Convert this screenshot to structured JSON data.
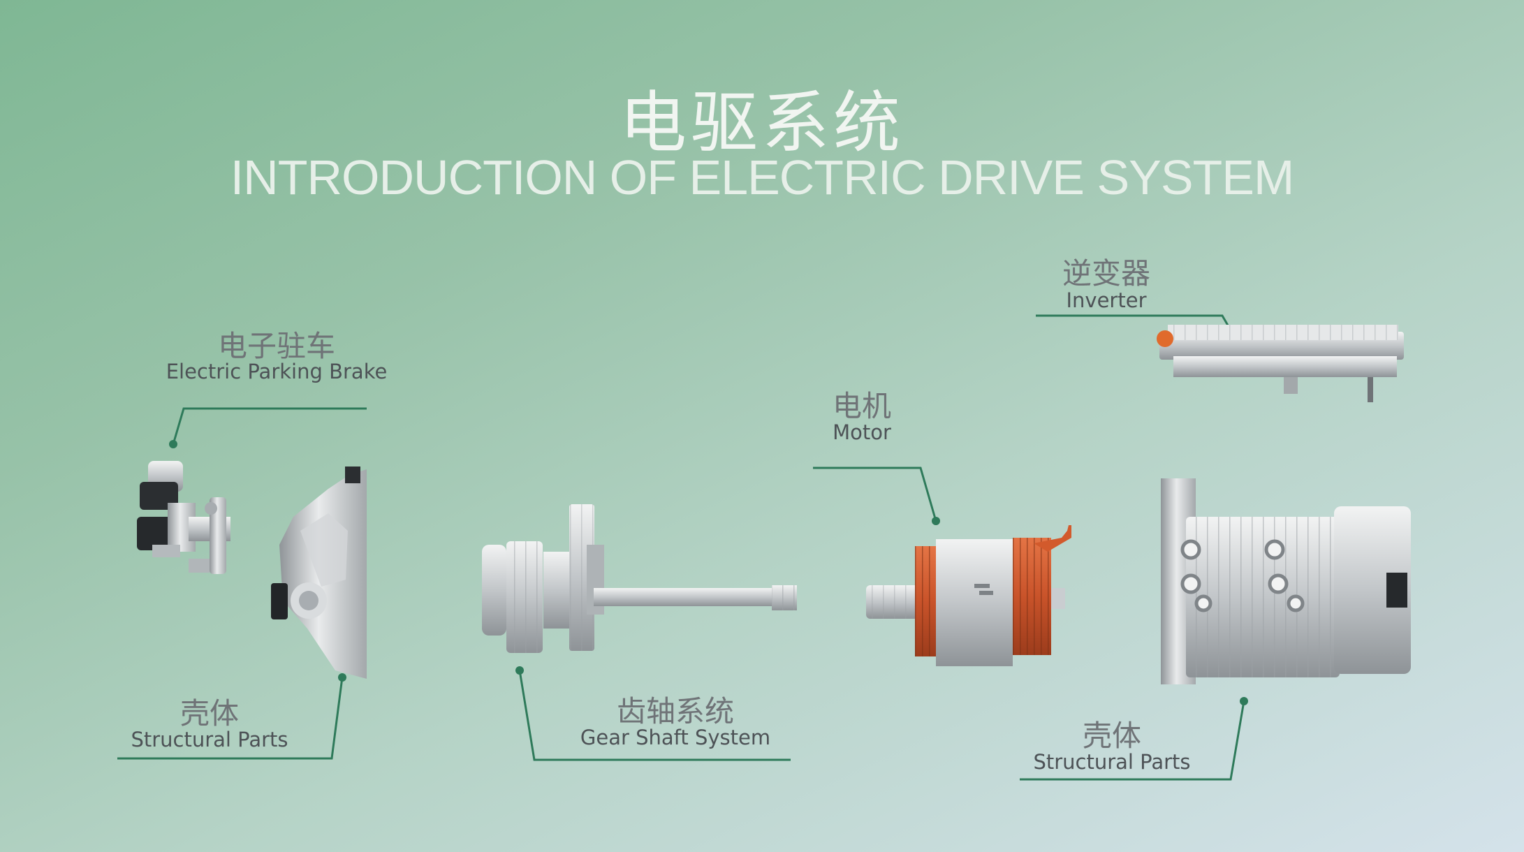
{
  "title": {
    "cn": "电驱系统",
    "en": "INTRODUCTION OF  ELECTRIC DRIVE SYSTEM"
  },
  "colors": {
    "line": "#2e7a5a",
    "dot": "#2e7a5a",
    "copper": "#d25a2c",
    "metal": "#c9cdd0"
  },
  "components": {
    "epb": {
      "cn": "电子驻车",
      "en": "Electric Parking Brake"
    },
    "housing_left": {
      "cn": "壳体",
      "en": "Structural Parts"
    },
    "gear_shaft": {
      "cn": "齿轴系统",
      "en": "Gear Shaft System"
    },
    "motor": {
      "cn": "电机",
      "en": "Motor"
    },
    "inverter": {
      "cn": "逆变器",
      "en": "Inverter"
    },
    "housing_right": {
      "cn": "壳体",
      "en": "Structural Parts"
    }
  }
}
